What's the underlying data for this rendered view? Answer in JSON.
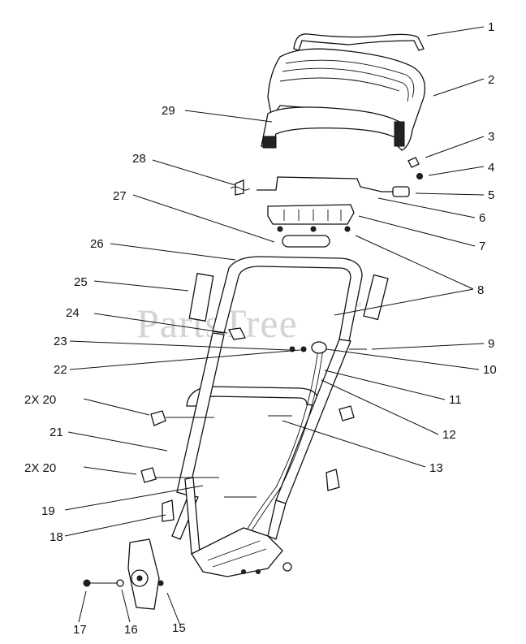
{
  "watermark": {
    "text": "PartsTree",
    "trademark": "TM"
  },
  "callouts": [
    {
      "id": "c1",
      "label": "1"
    },
    {
      "id": "c2",
      "label": "2"
    },
    {
      "id": "c3",
      "label": "3"
    },
    {
      "id": "c4",
      "label": "4"
    },
    {
      "id": "c5",
      "label": "5"
    },
    {
      "id": "c6",
      "label": "6"
    },
    {
      "id": "c7",
      "label": "7"
    },
    {
      "id": "c8",
      "label": "8"
    },
    {
      "id": "c9",
      "label": "9"
    },
    {
      "id": "c10",
      "label": "10"
    },
    {
      "id": "c11",
      "label": "11"
    },
    {
      "id": "c12",
      "label": "12"
    },
    {
      "id": "c13",
      "label": "13"
    },
    {
      "id": "c15",
      "label": "15"
    },
    {
      "id": "c16",
      "label": "16"
    },
    {
      "id": "c17",
      "label": "17"
    },
    {
      "id": "c18",
      "label": "18"
    },
    {
      "id": "c19",
      "label": "19"
    },
    {
      "id": "c20a",
      "label": "2X 20"
    },
    {
      "id": "c20b",
      "label": "2X 20"
    },
    {
      "id": "c21",
      "label": "21"
    },
    {
      "id": "c22",
      "label": "22"
    },
    {
      "id": "c23",
      "label": "23"
    },
    {
      "id": "c24",
      "label": "24"
    },
    {
      "id": "c25",
      "label": "25"
    },
    {
      "id": "c26",
      "label": "26"
    },
    {
      "id": "c27",
      "label": "27"
    },
    {
      "id": "c28",
      "label": "28"
    },
    {
      "id": "c29",
      "label": "29"
    }
  ]
}
